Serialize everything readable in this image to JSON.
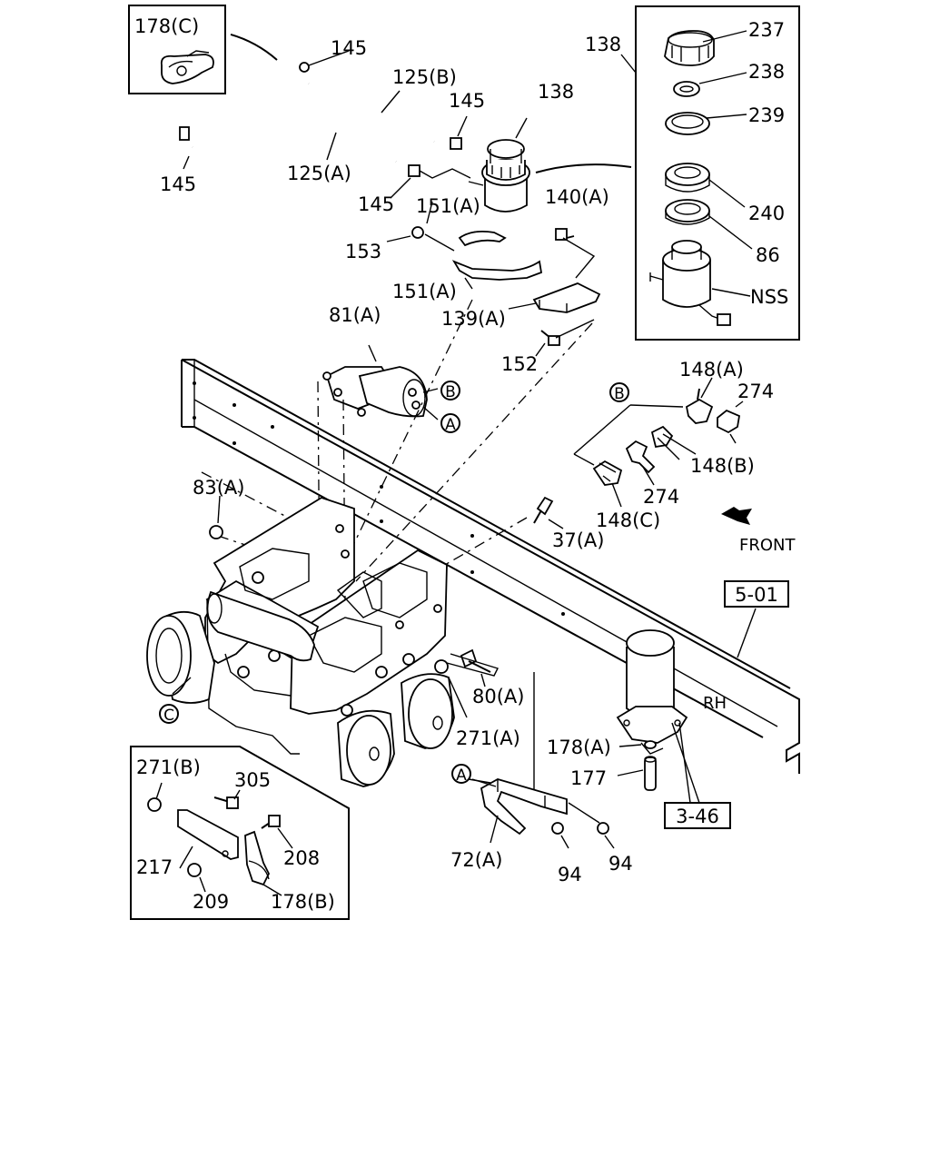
{
  "callouts": {
    "p178c": "178(C)",
    "p145a": "145",
    "p125b": "125(B)",
    "p145b": "145",
    "p138a": "138",
    "p138b": "138",
    "p237": "237",
    "p238": "238",
    "p239": "239",
    "p240": "240",
    "p86": "86",
    "pnss": "NSS",
    "p145c": "145",
    "p125a": "125(A)",
    "p145d": "145",
    "p151a1": "151(A)",
    "p140a": "140(A)",
    "p153": "153",
    "p151a2": "151(A)",
    "p139a": "139(A)",
    "p81a": "81(A)",
    "p152": "152",
    "p148a": "148(A)",
    "p274a": "274",
    "p148b": "148(B)",
    "p274b": "274",
    "p148c": "148(C)",
    "p83a": "83(A)",
    "p37a": "37(A)",
    "p80a": "80(A)",
    "p271a": "271(A)",
    "p178a": "178(A)",
    "p177": "177",
    "p271b": "271(B)",
    "p305": "305",
    "p208": "208",
    "p217": "217",
    "p209": "209",
    "p178b": "178(B)",
    "p72a": "72(A)",
    "p94a": "94",
    "p94b": "94"
  },
  "markers": {
    "b_top": "B",
    "a_top": "A",
    "b_right": "B",
    "c_left": "C",
    "a_bottom": "A"
  },
  "refs": {
    "ref_501": "5-01",
    "ref_346": "3-46"
  },
  "labels": {
    "front": "FRONT",
    "rh": "RH"
  }
}
